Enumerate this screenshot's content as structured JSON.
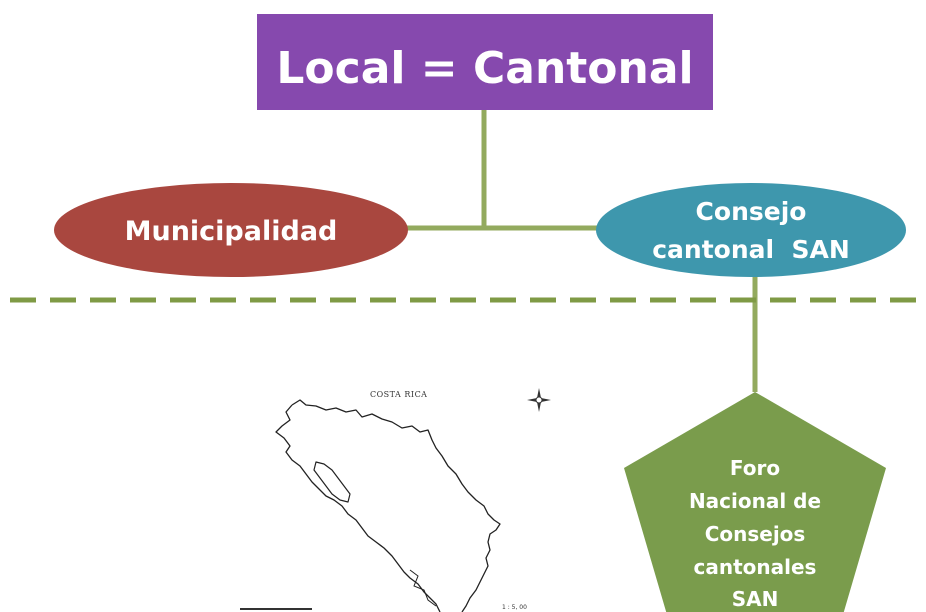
{
  "diagram": {
    "title": "Local = Cantonal",
    "municipalidad": "Municipalidad",
    "consejo": [
      "Consejo",
      "cantonal  SAN"
    ],
    "foro": [
      "Foro",
      "Nacional de",
      "Consejos",
      "cantonales",
      "SAN"
    ]
  },
  "map": {
    "title": "COSTA RICA",
    "scale_label": "1 : 5, 00"
  },
  "colors": {
    "title_box": "#8649ae",
    "municipalidad": "#a9473f",
    "consejo": "#3e97ad",
    "foro": "#7a9c4c",
    "connector": "#93aa5e",
    "divider": "#7f9a45"
  },
  "icons": [
    "compass-rose-icon"
  ]
}
